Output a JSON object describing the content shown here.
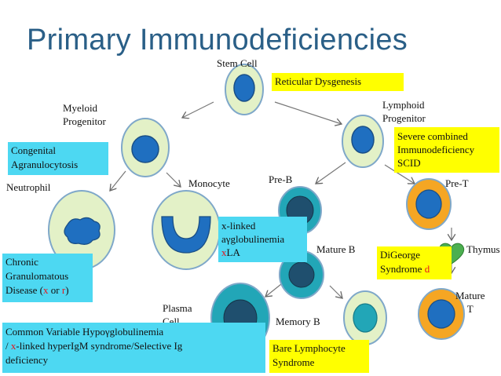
{
  "title": "Primary Immunodeficiencies",
  "cells": {
    "stem": "Stem Cell",
    "myeloid": [
      "Myeloid",
      "Progenitor"
    ],
    "lymphoid": [
      "Lymphoid",
      "Progenitor"
    ],
    "neutrophil": "Neutrophil",
    "monocyte": "Monocyte",
    "pre_b": "Pre-B",
    "pre_t": "Pre-T",
    "mature_b": "Mature B",
    "thymus": "Thymus",
    "mature_t": [
      "Mature",
      "T"
    ],
    "plasma": [
      "Plasma",
      "Cell"
    ],
    "memory_b": "Memory B"
  },
  "disorders": {
    "reticular": "Reticular Dysgenesis",
    "scid": [
      "Severe combined",
      "Immunodeficiency",
      "SCID"
    ],
    "congenital": [
      "Congenital",
      "Agranulocytosis"
    ],
    "xla": {
      "line1": "x-linked",
      "line2": "aγglobulinemia",
      "code_x": "x",
      "code_rest": "LA"
    },
    "digeorge": {
      "text": "DiGeorge",
      "text2": "Syndrome",
      "code": "d"
    },
    "cgd": {
      "line1": "Chronic",
      "line2": "Granulomatous",
      "line3_pre": "Disease  (",
      "x": "x",
      "or": " or ",
      "r": "r",
      "close": ")"
    },
    "cvid": {
      "line1": "Common Variable Hypoγglobulinemia",
      "line2_pre": "/ ",
      "x": "x",
      "line2_rest": "-linked hyperIgM syndrome/Selective Ig",
      "line3": "deficiency"
    },
    "bare": [
      "Bare Lymphocyte",
      "Syndrome"
    ]
  },
  "colors": {
    "title": "#2a5f87",
    "cell_outer_light": "#e3f1c7",
    "cell_border": "#7fa8c9",
    "nucleus": "#1f6fc0",
    "nucleus_dark": "#1f4f6e",
    "teal_outer": "#22a6b7",
    "orange_outer": "#f5a623",
    "thymus": "#4caf50",
    "cyan_box": "#4dd8f2",
    "yellow_box": "#ffff00",
    "code_red": "#e8131c"
  }
}
